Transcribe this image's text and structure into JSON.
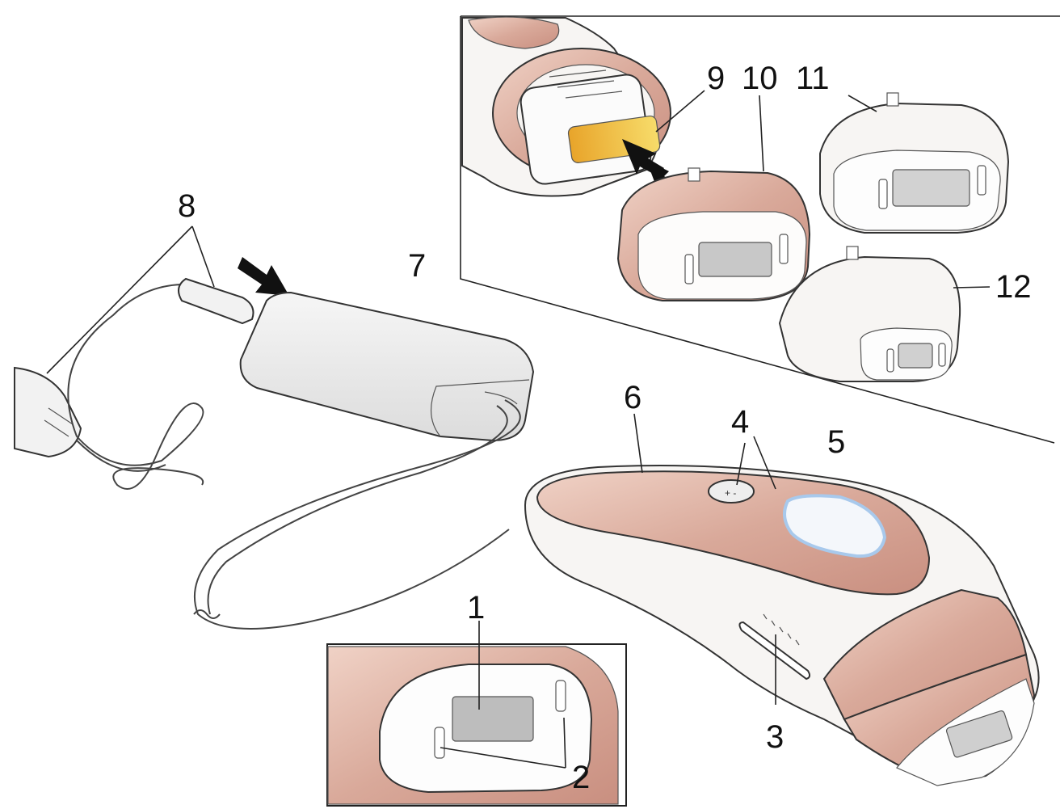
{
  "diagram": {
    "callouts": [
      {
        "id": "1",
        "label": "1"
      },
      {
        "id": "2",
        "label": "2"
      },
      {
        "id": "3",
        "label": "3"
      },
      {
        "id": "4",
        "label": "4"
      },
      {
        "id": "5",
        "label": "5"
      },
      {
        "id": "6",
        "label": "6"
      },
      {
        "id": "7",
        "label": "7"
      },
      {
        "id": "8",
        "label": "8"
      },
      {
        "id": "9",
        "label": "9"
      },
      {
        "id": "10",
        "label": "10"
      },
      {
        "id": "11",
        "label": "11"
      },
      {
        "id": "12",
        "label": "12"
      }
    ],
    "colors": {
      "rose_gold": "#d9a99a",
      "rose_light": "#ecccc1",
      "body_white": "#f7f5f3",
      "adapter_grey": "#ececec",
      "lamp_yellow": "#f2c23c",
      "button_blue": "#a8c9ec",
      "window_grey": "#bdbdbd"
    }
  }
}
